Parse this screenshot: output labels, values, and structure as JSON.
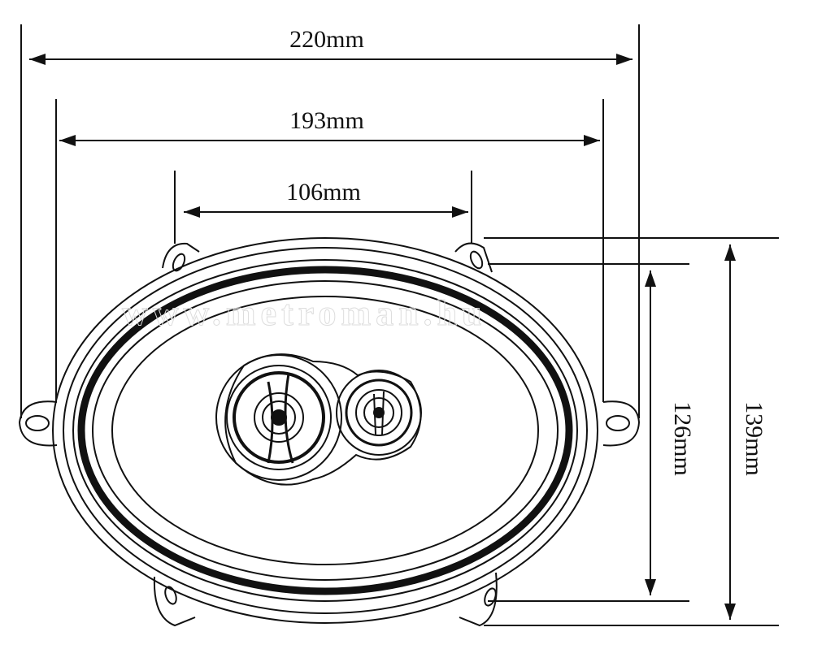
{
  "dimensions": {
    "outer_width": "220mm",
    "mount_width": "193mm",
    "hole_spacing": "106mm",
    "inner_height": "126mm",
    "outer_height": "139mm"
  },
  "watermark": "www.metroman.hu",
  "colors": {
    "line": "#111111",
    "background": "#ffffff"
  }
}
